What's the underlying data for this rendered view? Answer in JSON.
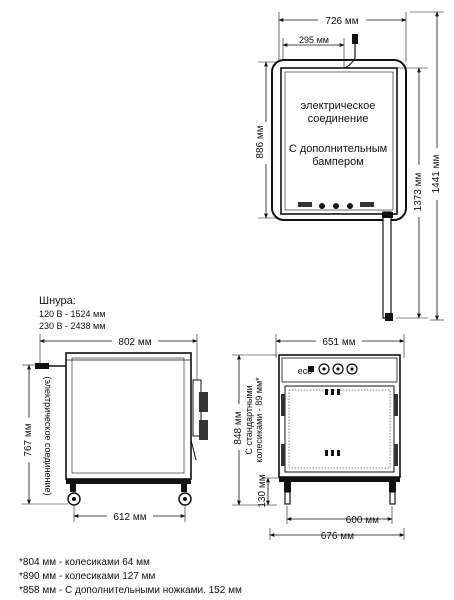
{
  "top_view": {
    "width_label": "726 мм",
    "cord_offset_label": "295 мм",
    "depth_label": "886 мм",
    "total_depth_label": "1373 мм",
    "total_with_cord_label": "1441 мм",
    "electrical_line1": "электрическое",
    "electrical_line2": "соединение",
    "bumper_line1": "С дополнительным",
    "bumper_line2": "бампером"
  },
  "cord": {
    "title": "Шнура:",
    "line1": "120 В - 1524 мм",
    "line2": "230 В - 2438 мм"
  },
  "side_view": {
    "width_label": "802 мм",
    "height_label": "767 мм",
    "vertical_note": "(электрическое соединение)",
    "wheelbase_label": "612 мм"
  },
  "front_view": {
    "width_label": "651 мм",
    "height_label": "848 мм",
    "caster_note_line1": "С стандартными",
    "caster_note_line2": "колесиками - 89 мм*",
    "bottom_clearance_label": "130 мм",
    "wheelbase_label": "600 мм",
    "overall_width_label": "676 мм",
    "panel_logo": "eco"
  },
  "notes": [
    "*804 мм - колесиками 64 мм",
    "*890 мм - колесиками 127 мм",
    "*858 мм - С дополнительными ножками. 152 мм"
  ]
}
